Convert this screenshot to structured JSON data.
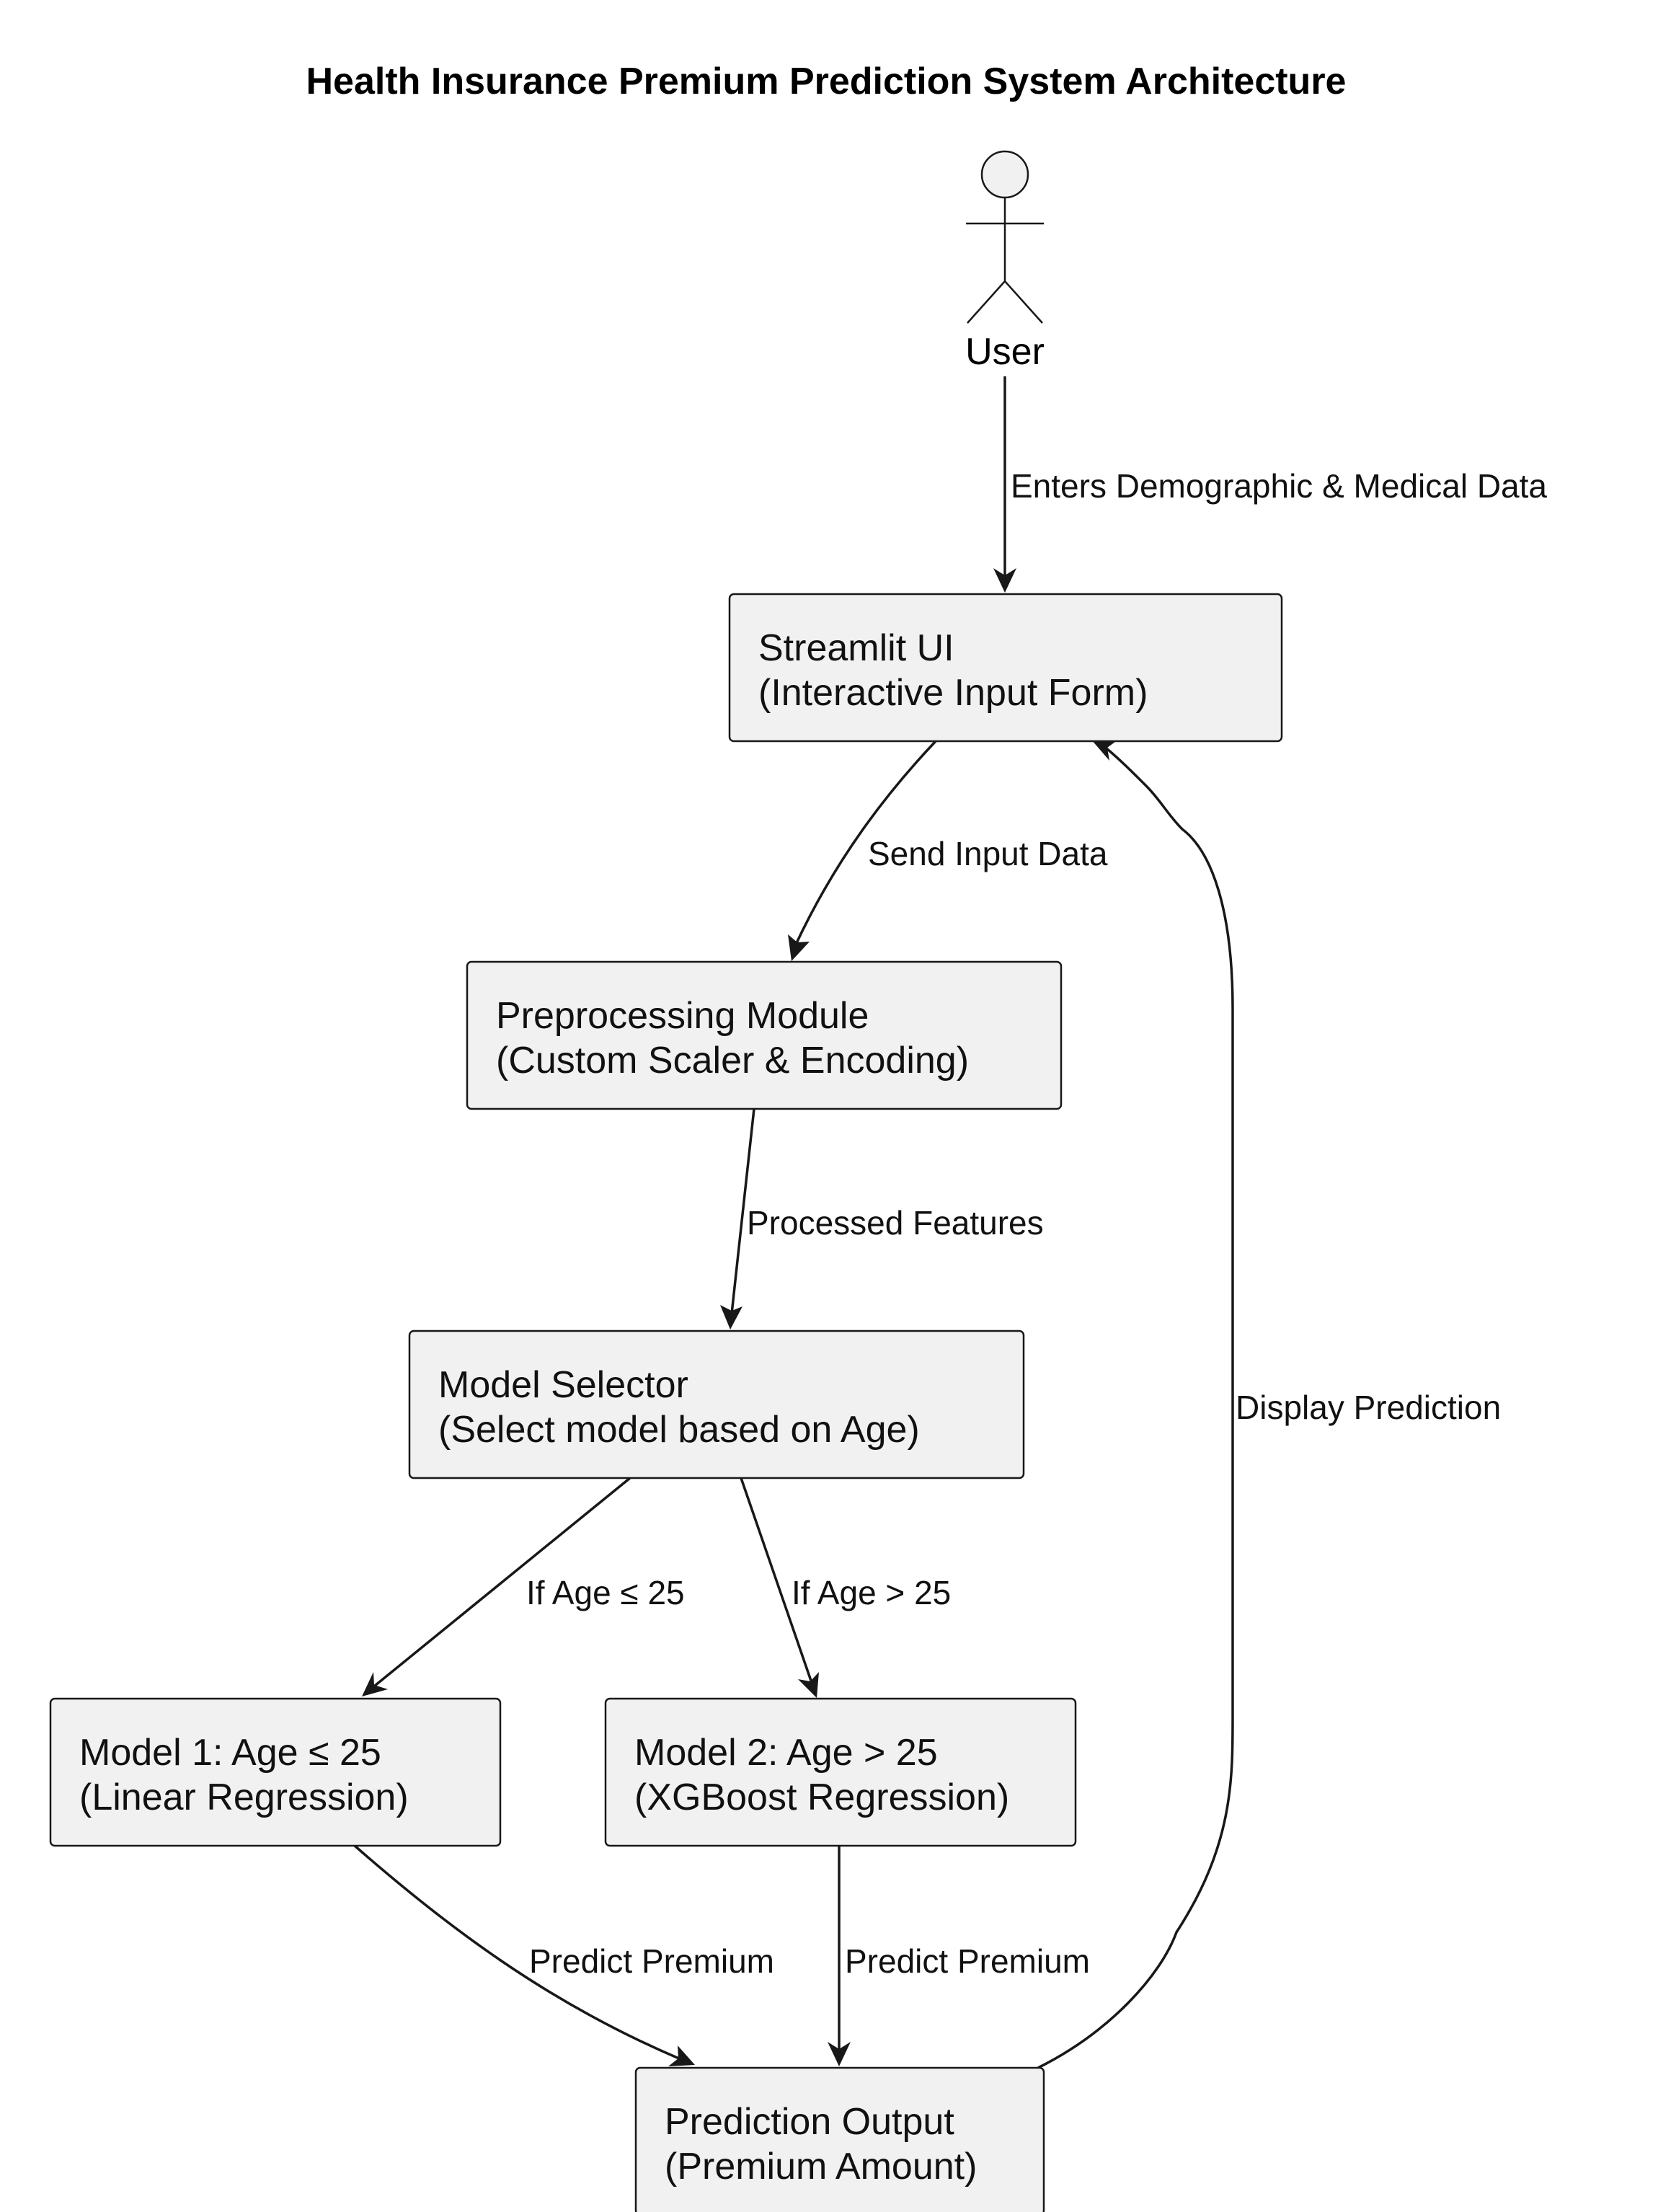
{
  "title": "Health Insurance Premium Prediction System Architecture",
  "actor": {
    "label": "User"
  },
  "nodes": {
    "streamlit": {
      "line1": "Streamlit UI",
      "line2": "(Interactive Input Form)"
    },
    "preprocessing": {
      "line1": "Preprocessing Module",
      "line2": "(Custom Scaler & Encoding)"
    },
    "selector": {
      "line1": "Model Selector",
      "line2": "(Select model based on Age)"
    },
    "model1": {
      "line1": "Model 1: Age ≤ 25",
      "line2": "(Linear Regression)"
    },
    "model2": {
      "line1": "Model 2: Age > 25",
      "line2": "(XGBoost Regression)"
    },
    "output": {
      "line1": "Prediction Output",
      "line2": "(Premium Amount)"
    }
  },
  "edges": {
    "user_to_ui": "Enters Demographic & Medical Data",
    "ui_to_pre": "Send Input Data",
    "pre_to_selector": "Processed Features",
    "selector_to_m1": "If Age ≤ 25",
    "selector_to_m2": "If Age > 25",
    "m1_to_output": "Predict Premium",
    "m2_to_output": "Predict Premium",
    "output_to_ui": "Display Prediction"
  }
}
